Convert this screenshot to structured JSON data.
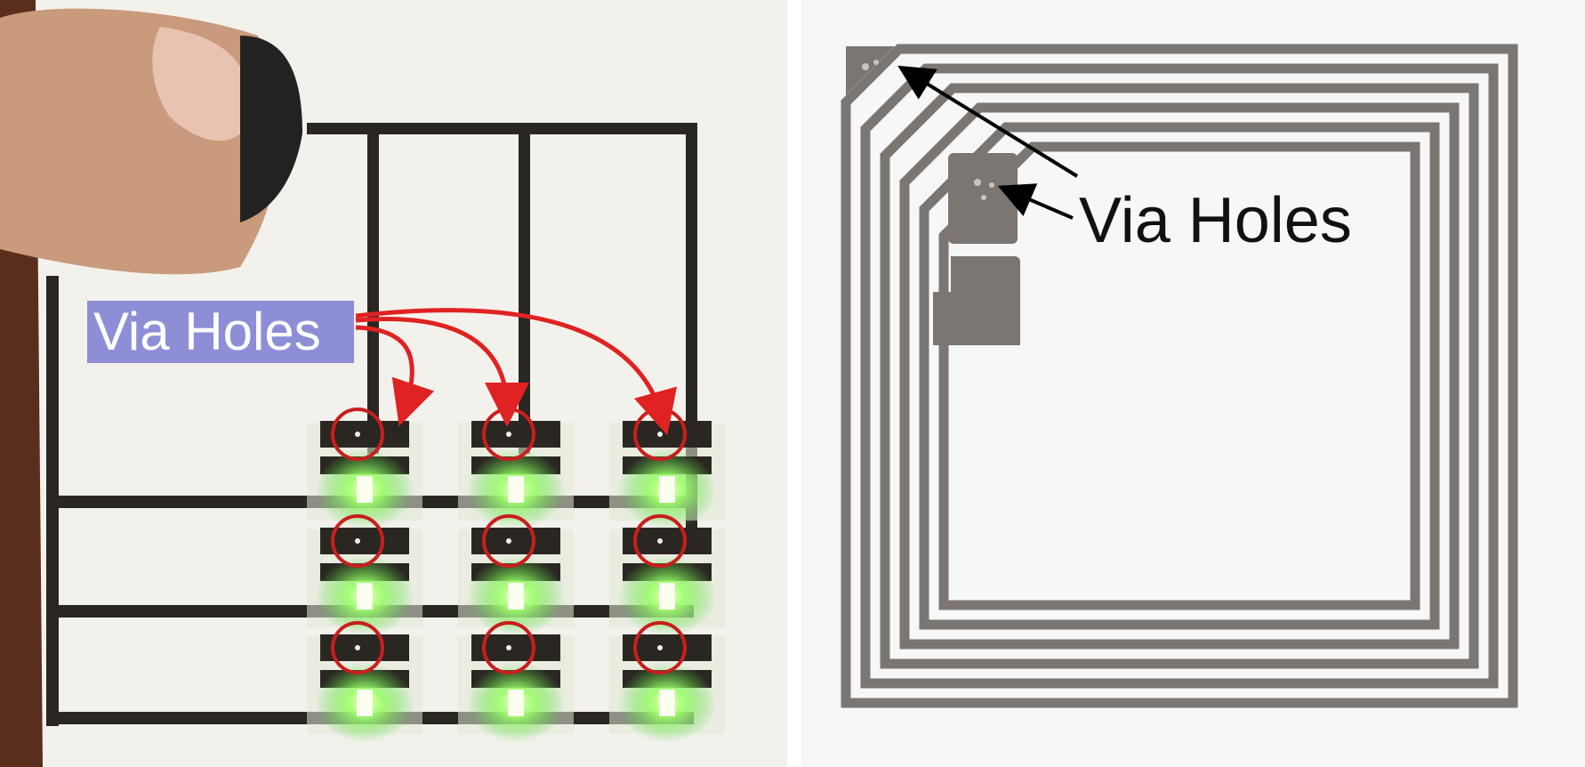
{
  "left_photo": {
    "label": "Via Holes",
    "colors": {
      "paper": "#f3f1ec",
      "wood": "#5a2e1c",
      "trace": "#2a2622",
      "label_bg": "#8d8ed6",
      "arrow": "#e02222",
      "circle": "#c81e1e",
      "led_glow": "#7dff5a"
    },
    "icons": [
      "thumb",
      "via-hole-circle",
      "led-pad",
      "red-arrow"
    ]
  },
  "right_photo": {
    "label": "Via Holes",
    "colors": {
      "paper": "#f7f7f7",
      "trace": "#7b7672",
      "arrow": "#000000"
    },
    "icons": [
      "coil-antenna",
      "via-pad",
      "black-arrow"
    ]
  }
}
